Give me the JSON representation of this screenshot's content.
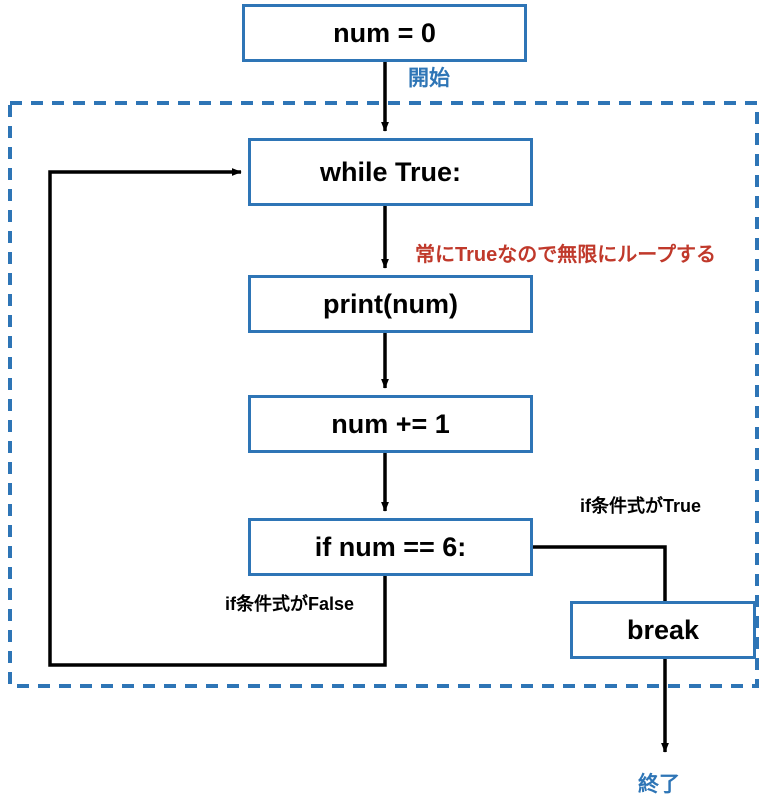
{
  "diagram": {
    "title": "Python while True loop with break flowchart",
    "colors": {
      "node_border": "#2E75B6",
      "loop_region_border": "#2E75B6",
      "arrow": "#000000",
      "annotation_blue": "#2E75B6",
      "annotation_red": "#C0392B",
      "annotation_black": "#000000",
      "background": "#FFFFFF"
    },
    "nodes": [
      {
        "id": "init",
        "label": "num = 0"
      },
      {
        "id": "while",
        "label": "while True:"
      },
      {
        "id": "print",
        "label": "print(num)"
      },
      {
        "id": "increment",
        "label": "num += 1"
      },
      {
        "id": "if",
        "label": "if num == 6:"
      },
      {
        "id": "break",
        "label": "break"
      }
    ],
    "annotations": {
      "start": "開始",
      "loop_note": "常にTrueなので無限にループする",
      "branch_true": "if条件式がTrue",
      "branch_false": "if条件式がFalse",
      "end": "終了"
    }
  }
}
